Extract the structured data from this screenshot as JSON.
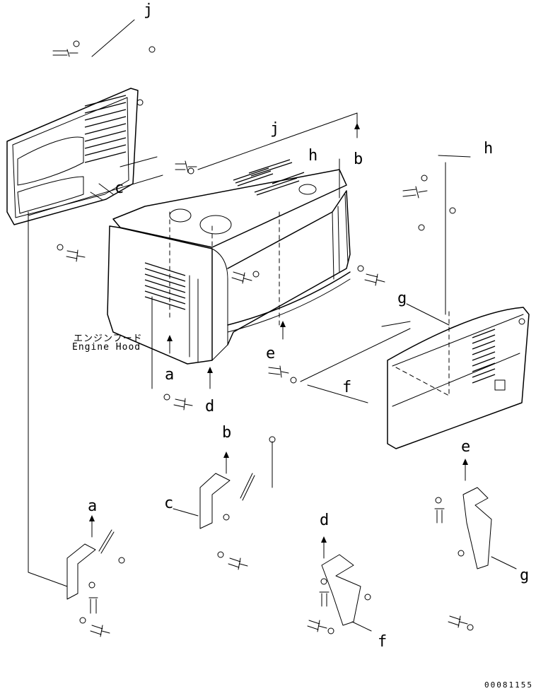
{
  "caption": {
    "japanese": "エンジンフード",
    "english": "Engine Hood"
  },
  "reference_labels": [
    {
      "id": "j1",
      "text": "j"
    },
    {
      "id": "j2",
      "text": "j"
    },
    {
      "id": "h1",
      "text": "h"
    },
    {
      "id": "h2",
      "text": "h"
    },
    {
      "id": "b1",
      "text": "b"
    },
    {
      "id": "b2",
      "text": "b"
    },
    {
      "id": "c1",
      "text": "c"
    },
    {
      "id": "c2",
      "text": "c"
    },
    {
      "id": "a1",
      "text": "a"
    },
    {
      "id": "a2",
      "text": "a"
    },
    {
      "id": "d1",
      "text": "d"
    },
    {
      "id": "d2",
      "text": "d"
    },
    {
      "id": "e1",
      "text": "e"
    },
    {
      "id": "e2",
      "text": "e"
    },
    {
      "id": "f1",
      "text": "f"
    },
    {
      "id": "f2",
      "text": "f"
    },
    {
      "id": "g1",
      "text": "g"
    },
    {
      "id": "g2",
      "text": "g"
    }
  ],
  "document_number": "00081155"
}
